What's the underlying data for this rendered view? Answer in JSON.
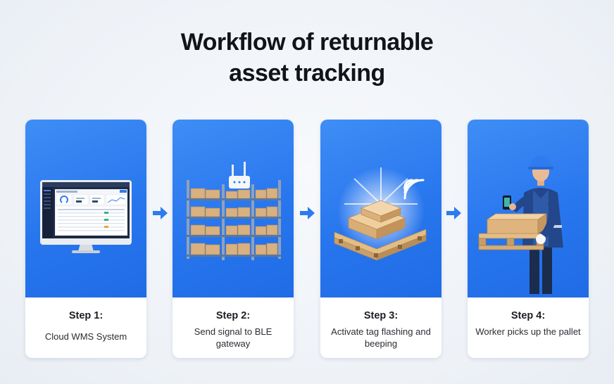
{
  "title": {
    "line1": "Workflow of returnable",
    "line2": "asset tracking"
  },
  "colors": {
    "card_blue": "#2876ee",
    "arrow_blue": "#2c7cf0",
    "title_text": "#121418"
  },
  "steps": [
    {
      "label": "Step 1:",
      "description": "Cloud WMS System",
      "icon": "monitor-dashboard-icon"
    },
    {
      "label": "Step 2:",
      "description": "Send signal to BLE gateway",
      "icon": "warehouse-rack-gateway-icon"
    },
    {
      "label": "Step 3:",
      "description": "Activate tag flashing and beeping",
      "icon": "pallet-signal-icon"
    },
    {
      "label": "Step 4:",
      "description": "Worker picks up the pallet",
      "icon": "worker-pallet-icon"
    }
  ]
}
